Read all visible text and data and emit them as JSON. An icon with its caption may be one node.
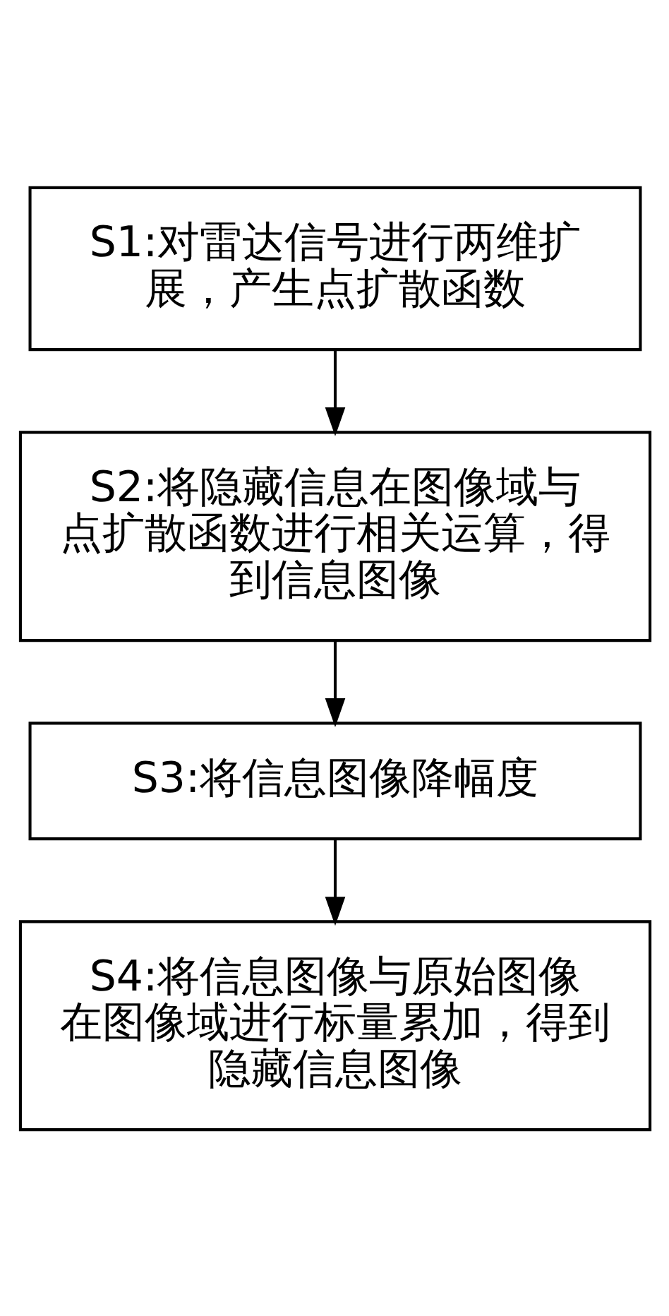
{
  "diagram": {
    "nodes": [
      {
        "text": [
          "S1:对雷达信号进行两维扩展，产生点扩散函数"
        ]
      },
      {
        "text": [
          "S2:将隐藏信息在图像域与点扩散函数进行相关运算，得到信息图像"
        ]
      },
      {
        "text": [
          "S3:将信息图像降幅度"
        ]
      },
      {
        "text": [
          "S4:将信息图像与原始图像在图像域进行标量累加，得到隐藏信息图像"
        ]
      }
    ],
    "edges": [
      {
        "from": 0,
        "to": 1,
        "arrow": "to"
      },
      {
        "from": 1,
        "to": 2,
        "arrow": "to"
      },
      {
        "from": 2,
        "to": 3,
        "arrow": "to"
      }
    ]
  }
}
